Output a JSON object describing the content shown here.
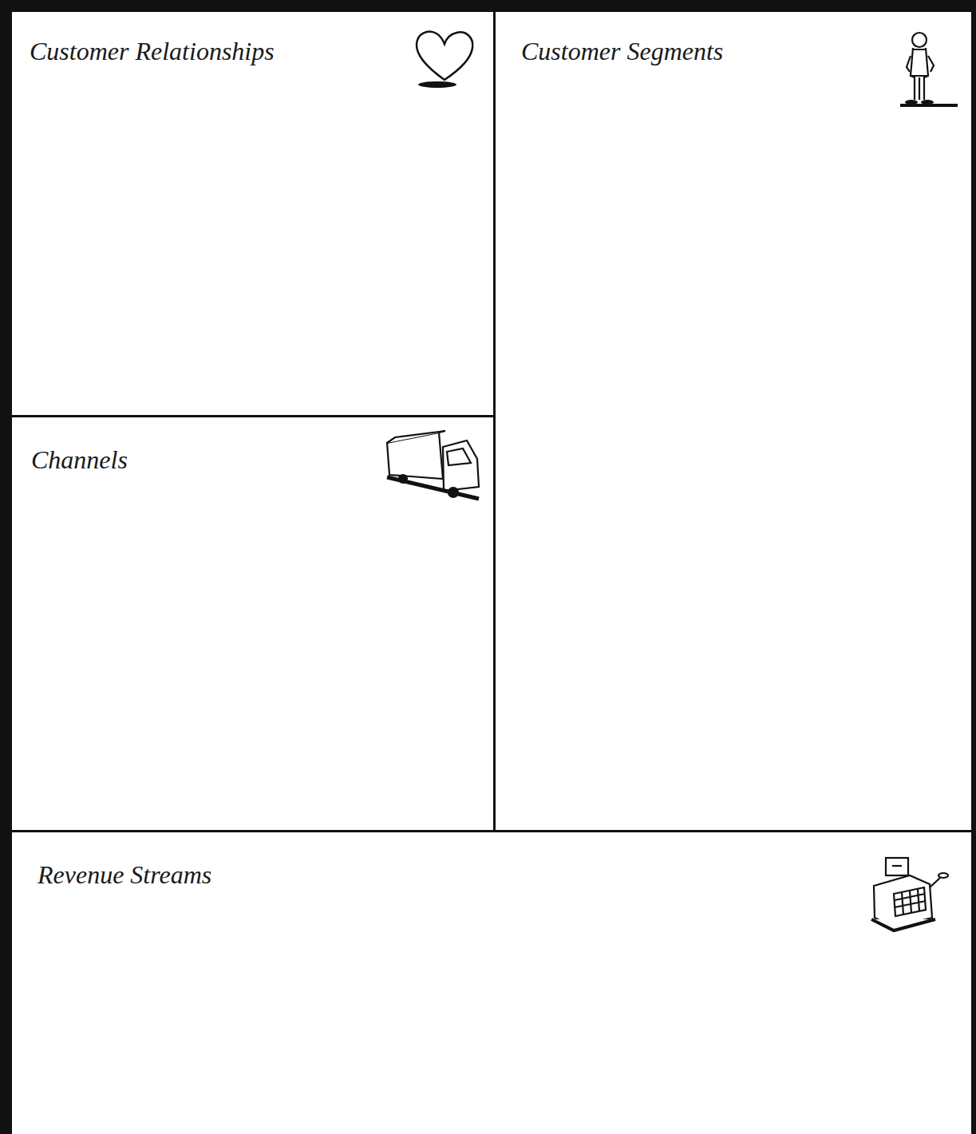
{
  "diagram": {
    "nodes": [
      {
        "text": [
          "Customer Relationships"
        ]
      },
      {
        "text": [
          "Customer Segments"
        ]
      },
      {
        "text": [
          "Channels"
        ]
      },
      {
        "text": [
          "Revenue Streams"
        ]
      }
    ]
  }
}
